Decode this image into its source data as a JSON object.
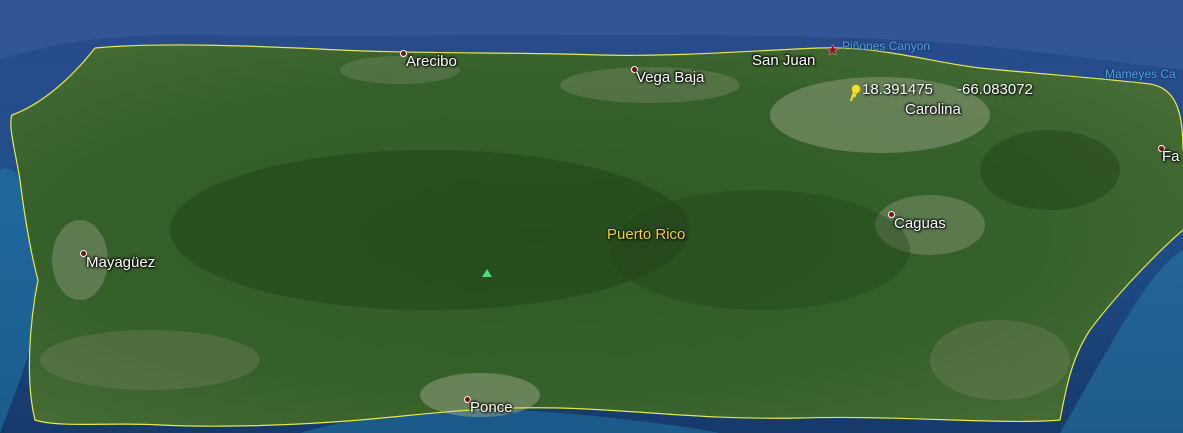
{
  "map": {
    "places": {
      "arecibo": "Arecibo",
      "vega_baja": "Vega Baja",
      "san_juan": "San Juan",
      "carolina": "Carolina",
      "fajardo_partial": "Fa",
      "caguas": "Caguas",
      "mayaguez": "Mayagüez",
      "ponce": "Ponce"
    },
    "water_labels": {
      "pinones_canyon": "Piñones Canyon",
      "mameyes_partial": "Mameyes Ca"
    },
    "region_label": "Puerto Rico",
    "placemark": {
      "latitude": "18.391475",
      "longitude": "-66.083072"
    },
    "colors": {
      "border": "#e8e84a",
      "region_label": "#f2d21b",
      "water_label": "#4fa3e0",
      "city_dot": "#7a0f16",
      "placemark": "#f5e326",
      "summit_marker": "#4fdc7a"
    },
    "icons": {
      "city": "city-dot-icon",
      "capital": "capital-star-icon",
      "placemark": "yellow-pushpin-icon",
      "summit": "green-triangle-icon"
    }
  }
}
